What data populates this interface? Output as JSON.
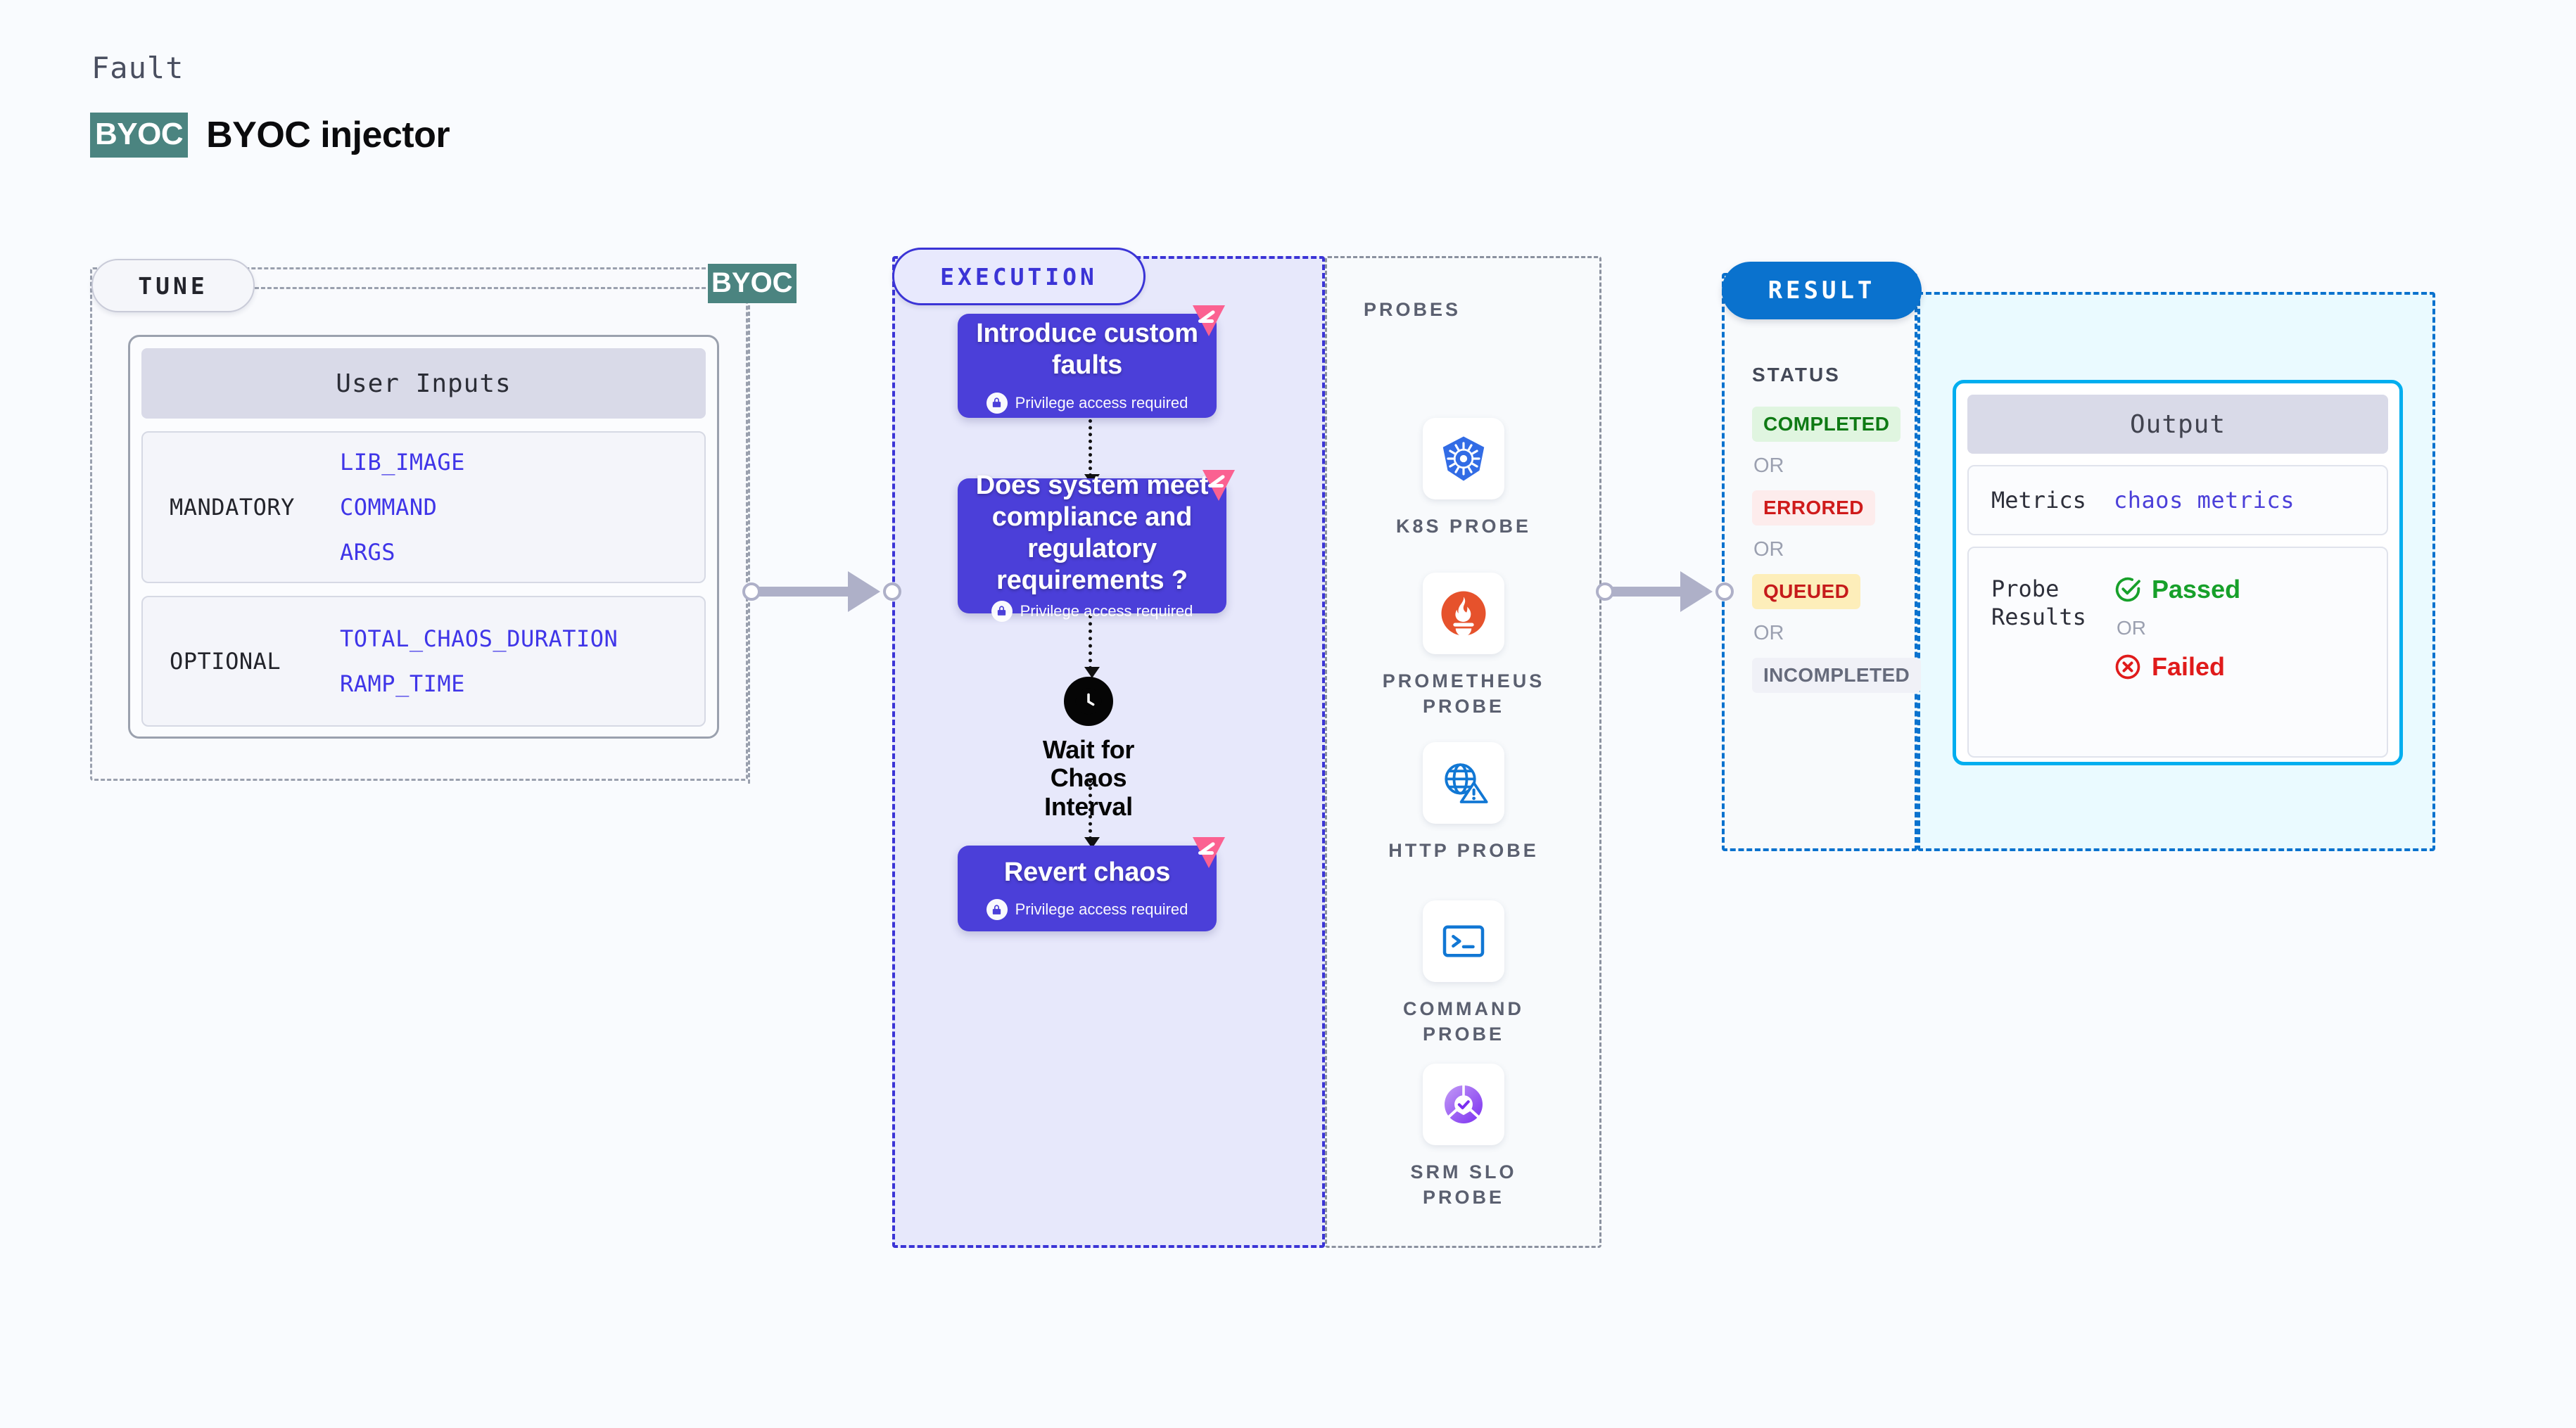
{
  "header": {
    "eyebrow": "Fault",
    "badge": "BYOC",
    "title": "BYOC injector"
  },
  "link_badge": "BYOC",
  "tune": {
    "pill_label": "TUNE",
    "card_title": "User Inputs",
    "groups": [
      {
        "label": "MANDATORY",
        "values": [
          "LIB_IMAGE",
          "COMMAND",
          "ARGS"
        ]
      },
      {
        "label": "OPTIONAL",
        "values": [
          "TOTAL_CHAOS_DURATION",
          "RAMP_TIME"
        ]
      }
    ]
  },
  "execution": {
    "pill_label": "EXECUTION",
    "nodes": [
      {
        "title": "Introduce custom faults",
        "sub": "Privilege access required"
      },
      {
        "title": "Does system meet compliance and regulatory requirements ?",
        "sub": "Privilege access required"
      },
      {
        "title": "Revert chaos",
        "sub": "Privilege access required"
      }
    ],
    "wait_node": {
      "label": "Wait for Chaos Interval"
    }
  },
  "probes": {
    "section_label": "PROBES",
    "items": [
      {
        "name": "K8S PROBE",
        "icon": "kubernetes-icon"
      },
      {
        "name": "PROMETHEUS PROBE",
        "icon": "prometheus-icon"
      },
      {
        "name": "HTTP PROBE",
        "icon": "http-globe-warning-icon"
      },
      {
        "name": "COMMAND PROBE",
        "icon": "terminal-icon"
      },
      {
        "name": "SRM SLO PROBE",
        "icon": "srm-slo-icon"
      }
    ]
  },
  "result": {
    "pill_label": "RESULT",
    "status_label": "STATUS",
    "or_label": "OR",
    "statuses": [
      {
        "label": "COMPLETED",
        "style": "completed"
      },
      {
        "label": "ERRORED",
        "style": "errored"
      },
      {
        "label": "QUEUED",
        "style": "queued"
      },
      {
        "label": "INCOMPLETED",
        "style": "incompleted"
      }
    ]
  },
  "output": {
    "title": "Output",
    "metrics_key": "Metrics",
    "metrics_value": "chaos metrics",
    "probe_results_key": "Probe Results",
    "passed_label": "Passed",
    "or_label": "OR",
    "failed_label": "Failed"
  },
  "colors": {
    "byoc_teal": "#4b8480",
    "execution_purple": "#4b3fd9",
    "execution_border": "#3b34d6",
    "result_blue": "#0a72ce",
    "output_cyan": "#00aeef",
    "harness_pink": "#fb6191",
    "passed_green": "#17a02a",
    "failed_red": "#e01b1b"
  }
}
